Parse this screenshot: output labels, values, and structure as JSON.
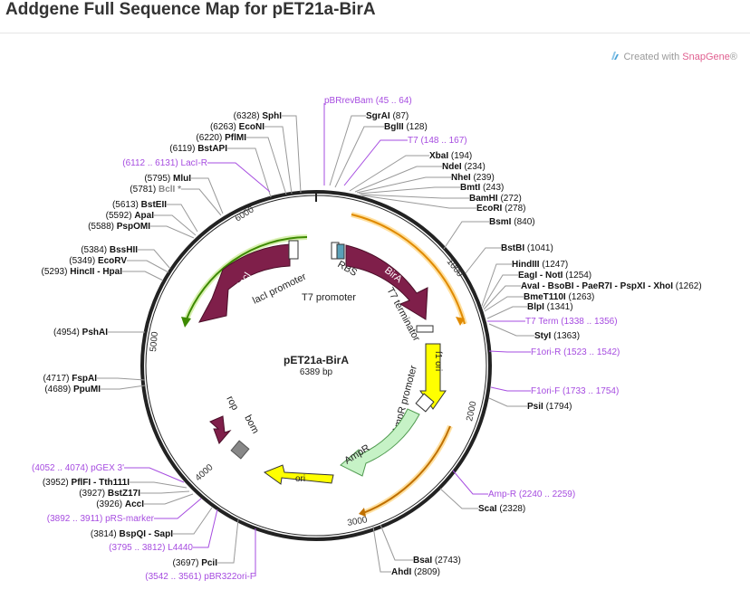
{
  "title": "Addgene Full Sequence Map for pET21a-BirA",
  "credit": {
    "prefix": "Created with ",
    "brand": "SnapGene",
    "reg": "®"
  },
  "plasmid": {
    "name": "pET21a-BirA",
    "length": "6389 bp"
  },
  "ticks": [
    "1000",
    "2000",
    "3000",
    "4000",
    "5000",
    "6000"
  ],
  "colors": {
    "accent": "#ff8800",
    "misc": "#8b2be2",
    "birA": "#7f1f4a",
    "lacI": "#7f1f4a",
    "f1ori": "#ffff00",
    "ori": "#ffff00",
    "ampR": "#c6f2c6",
    "lacI_track": "#4f9a00",
    "gray": "#888888"
  },
  "features": [
    {
      "name": "lacI",
      "color": "lacI",
      "kind": "arrow"
    },
    {
      "name": "lacI promoter",
      "kind": "label"
    },
    {
      "name": "T7 promoter",
      "kind": "label"
    },
    {
      "name": "RBS",
      "kind": "label"
    },
    {
      "name": "BirA",
      "color": "birA",
      "kind": "arrow"
    },
    {
      "name": "T7 terminator",
      "kind": "label"
    },
    {
      "name": "f1 ori",
      "color": "f1ori",
      "kind": "arrow"
    },
    {
      "name": "AmpR promoter",
      "kind": "label"
    },
    {
      "name": "AmpR",
      "color": "ampR",
      "kind": "arrow"
    },
    {
      "name": "ori",
      "color": "ori",
      "kind": "arrow"
    },
    {
      "name": "rop",
      "kind": "label"
    },
    {
      "name": "bom",
      "kind": "label"
    }
  ],
  "sites": [
    {
      "pos": "(6328)",
      "name": "SphI"
    },
    {
      "pos": "(6263)",
      "name": "EcoNI"
    },
    {
      "pos": "(6220)",
      "name": "PflMI"
    },
    {
      "pos": "(6119)",
      "name": "BstAPI"
    },
    {
      "pos": "(6112 .. 6131)",
      "name": "LacI-R",
      "misc": true
    },
    {
      "pos": "(5795)",
      "name": "MluI"
    },
    {
      "pos": "(5781)",
      "name": "BclI *",
      "gray": true
    },
    {
      "pos": "(5613)",
      "name": "BstEII"
    },
    {
      "pos": "(5592)",
      "name": "ApaI"
    },
    {
      "pos": "(5588)",
      "name": "PspOMI"
    },
    {
      "pos": "(5384)",
      "name": "BssHII"
    },
    {
      "pos": "(5349)",
      "name": "EcoRV"
    },
    {
      "pos": "(5293)",
      "name": "HincII - HpaI"
    },
    {
      "pos": "(4954)",
      "name": "PshAI"
    },
    {
      "pos": "(4717)",
      "name": "FspAI"
    },
    {
      "pos": "(4689)",
      "name": "PpuMI"
    },
    {
      "pos": "(4052 .. 4074)",
      "name": "pGEX 3'",
      "misc": true
    },
    {
      "pos": "(3952)",
      "name": "PflFI - Tth111I"
    },
    {
      "pos": "(3927)",
      "name": "BstZ17I"
    },
    {
      "pos": "(3926)",
      "name": "AccI"
    },
    {
      "pos": "(3892 .. 3911)",
      "name": "pRS-marker",
      "misc": true
    },
    {
      "pos": "(3814)",
      "name": "BspQI - SapI"
    },
    {
      "pos": "(3795 .. 3812)",
      "name": "L4440",
      "misc": true
    },
    {
      "pos": "(3697)",
      "name": "PciI"
    },
    {
      "pos": "(3542 .. 3561)",
      "name": "pBR322ori-F",
      "misc": true
    },
    {
      "pos": "(45 .. 64)",
      "name": "pBRrevBam",
      "misc": true
    },
    {
      "pos": "(87)",
      "name": "SgrAI"
    },
    {
      "pos": "(128)",
      "name": "BglII"
    },
    {
      "pos": "(148 .. 167)",
      "name": "T7",
      "misc": true
    },
    {
      "pos": "(194)",
      "name": "XbaI"
    },
    {
      "pos": "(234)",
      "name": "NdeI"
    },
    {
      "pos": "(239)",
      "name": "NheI"
    },
    {
      "pos": "(243)",
      "name": "BmtI"
    },
    {
      "pos": "(272)",
      "name": "BamHI"
    },
    {
      "pos": "(278)",
      "name": "EcoRI"
    },
    {
      "pos": "(840)",
      "name": "BsmI"
    },
    {
      "pos": "(1041)",
      "name": "BstBI"
    },
    {
      "pos": "(1247)",
      "name": "HindIII"
    },
    {
      "pos": "(1254)",
      "name": "EagI - NotI"
    },
    {
      "pos": "(1262)",
      "name": "AvaI - BsoBI - PaeR7I - PspXI - XhoI"
    },
    {
      "pos": "(1263)",
      "name": "BmeT110I"
    },
    {
      "pos": "(1341)",
      "name": "BlpI"
    },
    {
      "pos": "(1338 .. 1356)",
      "name": "T7 Term",
      "misc": true
    },
    {
      "pos": "(1363)",
      "name": "StyI"
    },
    {
      "pos": "(1523 .. 1542)",
      "name": "F1ori-R",
      "misc": true
    },
    {
      "pos": "(1733 .. 1754)",
      "name": "F1ori-F",
      "misc": true
    },
    {
      "pos": "(1794)",
      "name": "PsiI"
    },
    {
      "pos": "(2240 .. 2259)",
      "name": "Amp-R",
      "misc": true
    },
    {
      "pos": "(2328)",
      "name": "ScaI"
    },
    {
      "pos": "(2743)",
      "name": "BsaI"
    },
    {
      "pos": "(2809)",
      "name": "AhdI"
    }
  ]
}
